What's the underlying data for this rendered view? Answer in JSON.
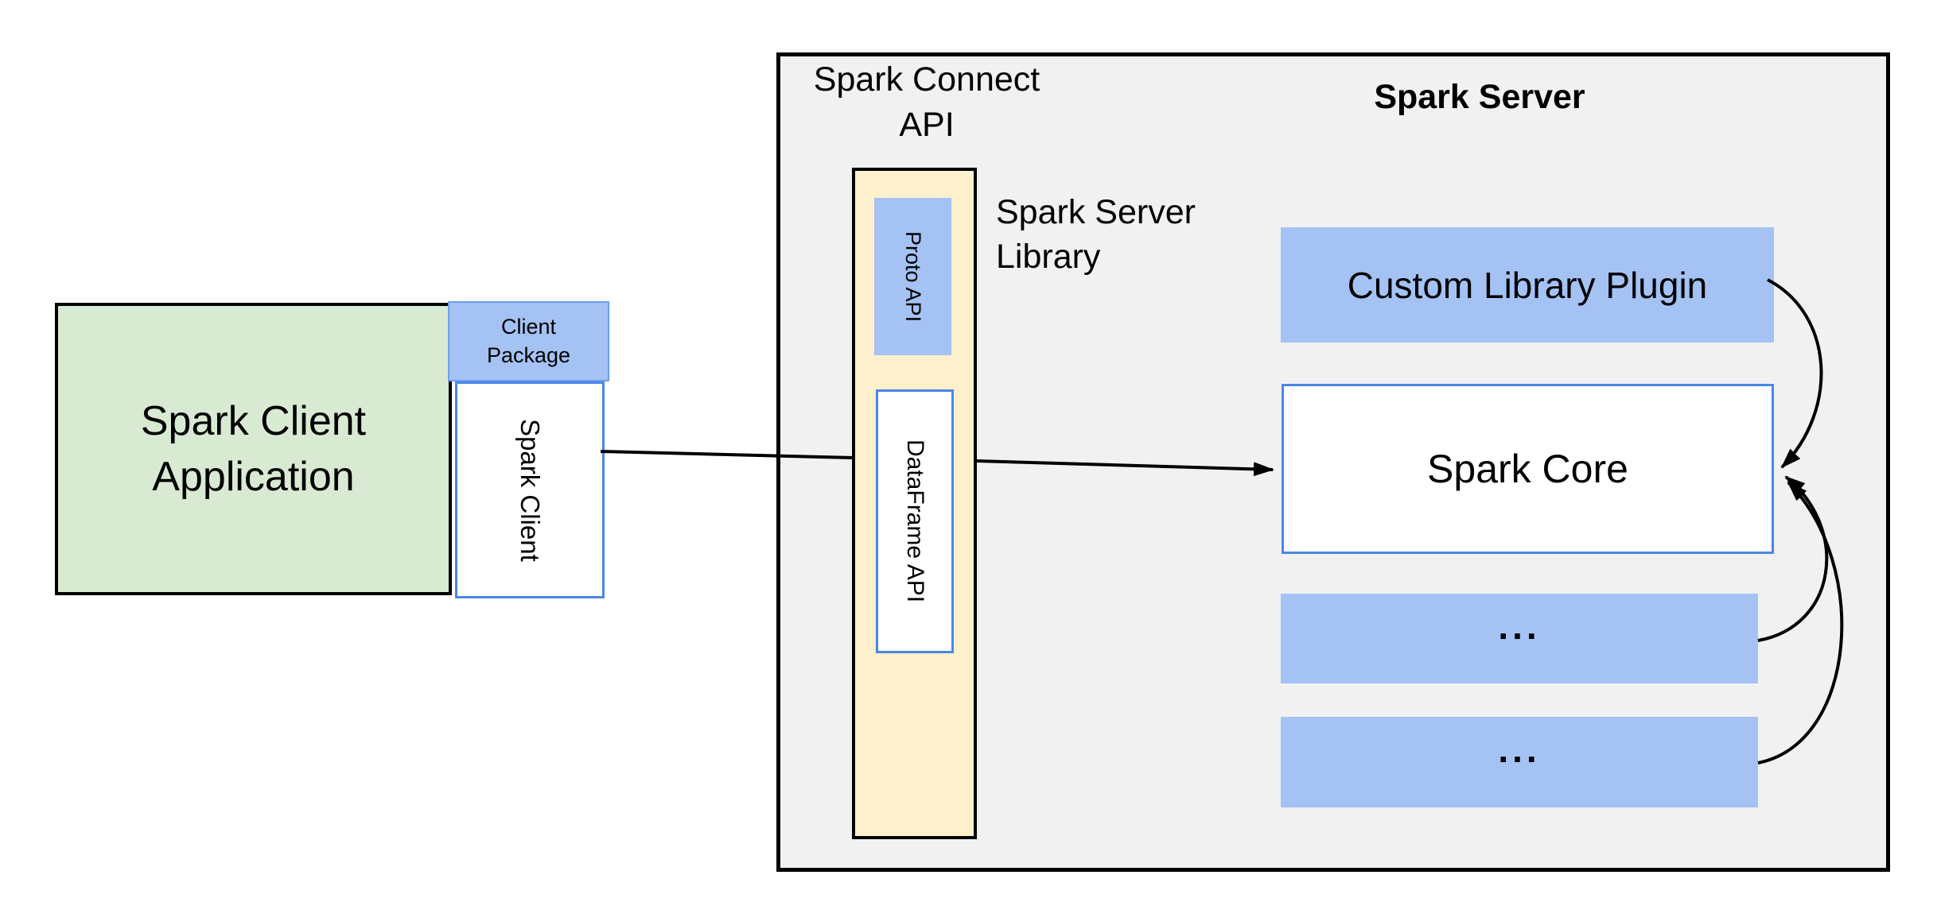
{
  "diagram": {
    "connect_api_panel": {
      "title": "Spark Connect API"
    },
    "server_panel": {
      "title": "Spark Server"
    },
    "client_application": {
      "label": "Spark Client Application"
    },
    "client_package": {
      "label": "Client Package"
    },
    "spark_client": {
      "label": "Spark Client"
    },
    "server_library": {
      "caption": "Spark Server Library"
    },
    "proto_api": {
      "label": "Proto API"
    },
    "dataframe_api": {
      "label": "DataFrame API"
    },
    "custom_plugin": {
      "label": "Custom Library Plugin"
    },
    "spark_core": {
      "label": "Spark Core"
    },
    "plugin_slot_1": {
      "label": "..."
    },
    "plugin_slot_2": {
      "label": "..."
    }
  },
  "connections": [
    {
      "from": "spark-client",
      "to": "spark-server-library",
      "type": "line"
    },
    {
      "from": "spark-server-library",
      "to": "spark-core",
      "type": "arrow"
    },
    {
      "from": "custom-library-plugin",
      "to": "spark-core",
      "type": "curved-arrow"
    },
    {
      "from": "plugin-slot-1",
      "to": "spark-core",
      "type": "curved-arrow"
    },
    {
      "from": "plugin-slot-2",
      "to": "spark-core",
      "type": "curved-arrow"
    }
  ],
  "colors": {
    "background": "#ffffff",
    "panel_gray": "#f1f1f1",
    "client_green": "#d9ead3",
    "accent_blue_fill": "#a4c2f4",
    "accent_blue_border": "#4a86e8",
    "library_yellow": "#fdf0cd",
    "line_black": "#000000"
  }
}
